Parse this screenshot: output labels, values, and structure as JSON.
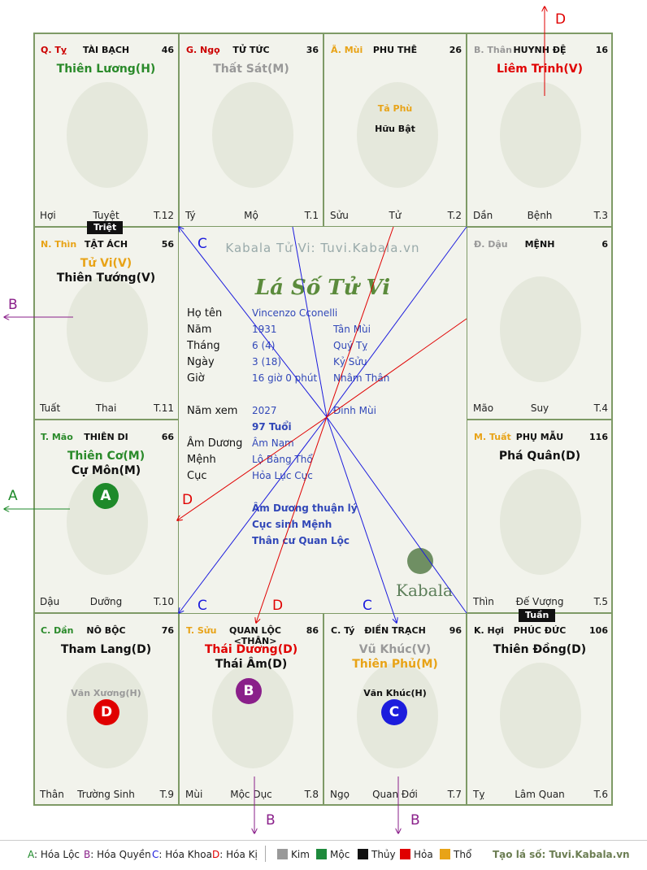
{
  "palaces": [
    {
      "id": "ty",
      "can": "Q. Tỵ",
      "can_color": "#cc0000",
      "title": "TÀI BẠCH",
      "age": "46",
      "stars": [
        {
          "t": "Thiên Lương(H)",
          "c": "#2a8a2a"
        }
      ],
      "minor": [],
      "bl": "Hợi",
      "bm": "Tuyệt",
      "br": "T.12"
    },
    {
      "id": "ngo",
      "can": "G. Ngọ",
      "can_color": "#cc0000",
      "title": "TỬ TỨC",
      "age": "36",
      "stars": [
        {
          "t": "Thất Sát(M)",
          "c": "#999999"
        }
      ],
      "minor": [],
      "bl": "Tý",
      "bm": "Mộ",
      "br": "T.1"
    },
    {
      "id": "mui",
      "can": "Ã. Mùi",
      "can_color": "#e8a317",
      "title": "PHU THÊ",
      "age": "26",
      "stars": [],
      "minor": [
        {
          "t": "Tả Phù",
          "c": "#e8a317"
        },
        {
          "t": "Hữu Bật",
          "c": "#111111"
        }
      ],
      "bl": "Sửu",
      "bm": "Tử",
      "br": "T.2"
    },
    {
      "id": "than",
      "can": "B. Thân",
      "can_color": "#999999",
      "title": "HUYNH ĐỆ",
      "age": "16",
      "stars": [
        {
          "t": "Liêm Trinh(V)",
          "c": "#e00000"
        }
      ],
      "minor": [],
      "bl": "Dần",
      "bm": "Bệnh",
      "br": "T.3"
    },
    {
      "id": "thin",
      "can": "N. Thìn",
      "can_color": "#e8a317",
      "title": "TẬT ÁCH",
      "age": "56",
      "stars": [
        {
          "t": "Tử Vi(V)",
          "c": "#e8a317"
        },
        {
          "t": "Thiên Tướng(V)",
          "c": "#111111"
        }
      ],
      "minor": [],
      "bl": "Tuất",
      "bm": "Thai",
      "br": "T.11"
    },
    {
      "id": "dau",
      "can": "Đ. Dậu",
      "can_color": "#999999",
      "title": "MỆNH",
      "age": "6",
      "stars": [],
      "minor": [],
      "bl": "Mão",
      "bm": "Suy",
      "br": "T.4"
    },
    {
      "id": "mao",
      "can": "T. Mão",
      "can_color": "#2a8a2a",
      "title": "THIÊN DI",
      "age": "66",
      "stars": [
        {
          "t": "Thiên Cơ(M)",
          "c": "#2a8a2a"
        },
        {
          "t": "Cự Môn(M)",
          "c": "#111111"
        }
      ],
      "minor": [],
      "bl": "Dậu",
      "bm": "Dưỡng",
      "br": "T.10"
    },
    {
      "id": "tuat",
      "can": "M. Tuất",
      "can_color": "#e8a317",
      "title": "PHỤ MẪU",
      "age": "116",
      "stars": [
        {
          "t": "Phá Quân(D)",
          "c": "#111111"
        }
      ],
      "minor": [],
      "bl": "Thìn",
      "bm": "Đế Vượng",
      "br": "T.5"
    },
    {
      "id": "dan",
      "can": "C. Dần",
      "can_color": "#2a8a2a",
      "title": "NÔ BỘC",
      "age": "76",
      "stars": [
        {
          "t": "Tham Lang(D)",
          "c": "#111111"
        }
      ],
      "minor": [
        {
          "t": "Văn Xương(H)",
          "c": "#999999"
        }
      ],
      "bl": "Thân",
      "bm": "Trường Sinh",
      "br": "T.9"
    },
    {
      "id": "suu",
      "can": "T. Sửu",
      "can_color": "#e8a317",
      "title": "QUAN LỘC <THÂN>",
      "age": "86",
      "stars": [
        {
          "t": "Thái Dương(D)",
          "c": "#e00000"
        },
        {
          "t": "Thái Âm(D)",
          "c": "#111111"
        }
      ],
      "minor": [],
      "bl": "Mùi",
      "bm": "Mộc Dục",
      "br": "T.8"
    },
    {
      "id": "tyy",
      "can": "C. Tý",
      "can_color": "#111111",
      "title": "ĐIỀN TRẠCH",
      "age": "96",
      "stars": [
        {
          "t": "Vũ Khúc(V)",
          "c": "#999999"
        },
        {
          "t": "Thiên Phủ(M)",
          "c": "#e8a317"
        }
      ],
      "minor": [
        {
          "t": "Văn Khúc(H)",
          "c": "#111111"
        }
      ],
      "bl": "Ngọ",
      "bm": "Quan Đới",
      "br": "T.7"
    },
    {
      "id": "hoi",
      "can": "K. Hợi",
      "can_color": "#111111",
      "title": "PHÚC ĐỨC",
      "age": "106",
      "stars": [
        {
          "t": "Thiên Đồng(D)",
          "c": "#111111"
        }
      ],
      "minor": [],
      "bl": "Tỵ",
      "bm": "Lâm Quan",
      "br": "T.6"
    }
  ],
  "tags": {
    "triet": "Triệt",
    "tuan": "Tuần"
  },
  "badges": [
    {
      "letter": "A",
      "color": "#1e8a2a"
    },
    {
      "letter": "B",
      "color": "#8a1f8a"
    },
    {
      "letter": "D",
      "color": "#e00000"
    },
    {
      "letter": "C",
      "color": "#1c1cdd"
    }
  ],
  "center": {
    "watermark": "Kabala Tử Vi: Tuvi.Kabala.vn",
    "logo": "Lá Số Tử Vi",
    "brand": "Kabala",
    "rows": [
      {
        "label": "Họ tên",
        "v1": "Vincenzo Cconelli",
        "v2": ""
      },
      {
        "label": "Năm",
        "v1": "1931",
        "v2": "Tân Mùi"
      },
      {
        "label": "Tháng",
        "v1": "6  (4)",
        "v2": "Quý Tỵ"
      },
      {
        "label": "Ngày",
        "v1": "3  (18)",
        "v2": "Kỷ Sửu"
      },
      {
        "label": "Giờ",
        "v1": "16 giờ 0 phút",
        "v2": "Nhâm Thân"
      },
      {
        "label": "Năm xem",
        "v1": "2027",
        "v2": "Đinh Mùi"
      },
      {
        "label": "",
        "v1": "97 Tuổi",
        "v2": ""
      },
      {
        "label": "Âm Dương",
        "v1": "Âm Nam",
        "v2": ""
      },
      {
        "label": "Mệnh",
        "v1": "Lộ Bàng Thổ",
        "v2": ""
      },
      {
        "label": "Cục",
        "v1": "Hỏa Lục Cục",
        "v2": ""
      }
    ],
    "notes": [
      "Âm Dương thuận lý",
      "Cục sinh Mệnh",
      "Thân cư Quan Lộc"
    ]
  },
  "arrow_labels": {
    "A": "A",
    "B": "B",
    "C": "C",
    "D": "D"
  },
  "legend": {
    "hoa": [
      {
        "k": "A",
        "t": "Hóa Lộc",
        "c": "#1e8a2a"
      },
      {
        "k": "B",
        "t": "Hóa Quyền",
        "c": "#8a1f8a"
      },
      {
        "k": "C",
        "t": "Hóa Khoa",
        "c": "#1c1cdd"
      },
      {
        "k": "D",
        "t": "Hóa Kị",
        "c": "#e00000"
      }
    ],
    "elements": [
      {
        "t": "Kim",
        "c": "#999999"
      },
      {
        "t": "Mộc",
        "c": "#1e8a3c"
      },
      {
        "t": "Thủy",
        "c": "#111111"
      },
      {
        "t": "Hỏa",
        "c": "#e00000"
      },
      {
        "t": "Thổ",
        "c": "#e8a317"
      }
    ],
    "site": "Tạo lá số: Tuvi.Kabala.vn"
  },
  "colors": {
    "border": "#7e9a66",
    "board": "#f2f3ec",
    "label_blue": "#3248b8"
  }
}
